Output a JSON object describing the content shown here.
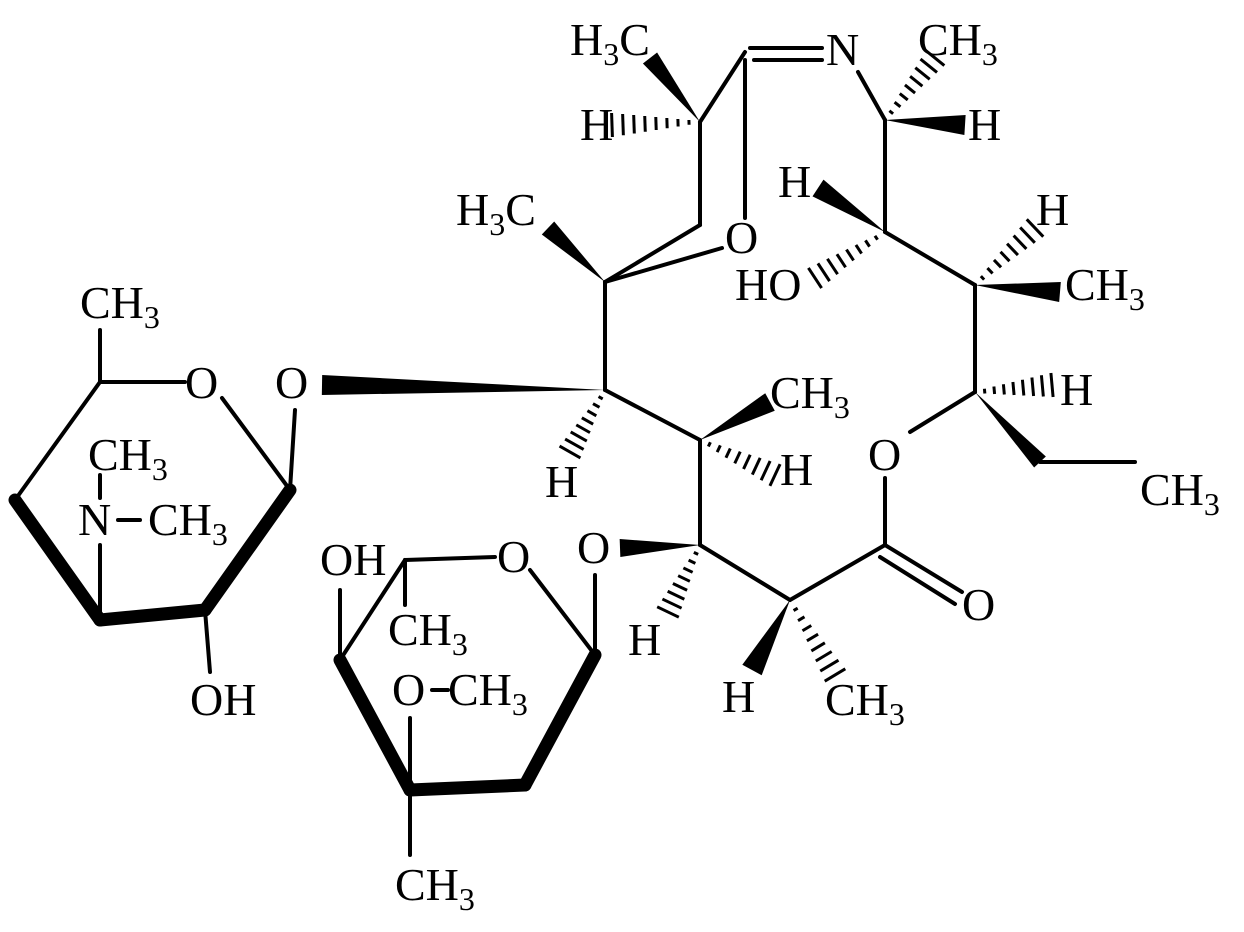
{
  "diagram": {
    "type": "chemical-structure",
    "ink_color": "#000000",
    "background_color": "#ffffff",
    "atom_labels": [
      {
        "main": "H",
        "sub": "3",
        "tail": "C"
      },
      {
        "main": "N",
        "sub": "",
        "tail": ""
      },
      {
        "main": "CH",
        "sub": "3",
        "tail": ""
      },
      {
        "main": "H",
        "sub": "",
        "tail": ""
      },
      {
        "main": "H",
        "sub": "",
        "tail": ""
      },
      {
        "main": "H",
        "sub": "",
        "tail": ""
      },
      {
        "main": "H",
        "sub": "",
        "tail": ""
      },
      {
        "main": "H",
        "sub": "3",
        "tail": "C"
      },
      {
        "main": "O",
        "sub": "",
        "tail": ""
      },
      {
        "main": "HO",
        "sub": "",
        "tail": ""
      },
      {
        "main": "CH",
        "sub": "3",
        "tail": ""
      },
      {
        "main": "CH",
        "sub": "3",
        "tail": ""
      },
      {
        "main": "O",
        "sub": "",
        "tail": ""
      },
      {
        "main": "O",
        "sub": "",
        "tail": ""
      },
      {
        "main": "CH",
        "sub": "3",
        "tail": ""
      },
      {
        "main": "H",
        "sub": "",
        "tail": ""
      },
      {
        "main": "CH",
        "sub": "3",
        "tail": ""
      },
      {
        "main": "O",
        "sub": "",
        "tail": ""
      },
      {
        "main": "H",
        "sub": "",
        "tail": ""
      },
      {
        "main": "H",
        "sub": "",
        "tail": ""
      },
      {
        "main": "N",
        "sub": "",
        "tail": ""
      },
      {
        "main": "CH",
        "sub": "3",
        "tail": ""
      },
      {
        "main": "CH",
        "sub": "3",
        "tail": ""
      },
      {
        "main": "OH",
        "sub": "",
        "tail": ""
      },
      {
        "main": "O",
        "sub": "",
        "tail": ""
      },
      {
        "main": "O",
        "sub": "",
        "tail": ""
      },
      {
        "main": "CH",
        "sub": "3",
        "tail": ""
      },
      {
        "main": "O",
        "sub": "",
        "tail": ""
      },
      {
        "main": "H",
        "sub": "",
        "tail": ""
      },
      {
        "main": "OH",
        "sub": "",
        "tail": ""
      },
      {
        "main": "O",
        "sub": "",
        "tail": ""
      },
      {
        "main": "CH",
        "sub": "3",
        "tail": ""
      },
      {
        "main": "H",
        "sub": "",
        "tail": ""
      },
      {
        "main": "CH",
        "sub": "3",
        "tail": ""
      },
      {
        "main": "CH",
        "sub": "3",
        "tail": ""
      }
    ]
  }
}
